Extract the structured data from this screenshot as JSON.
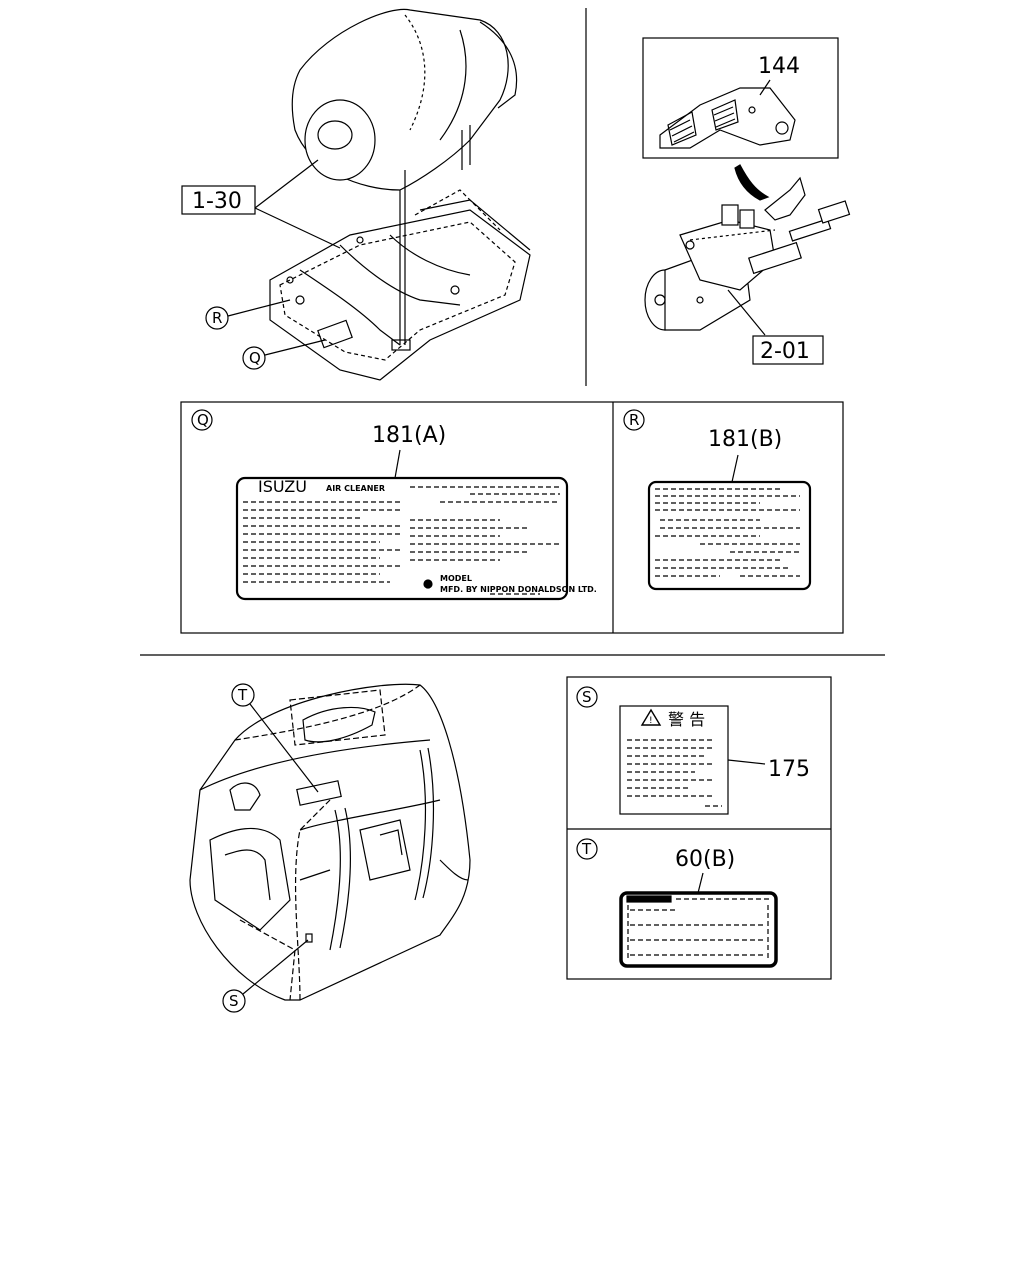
{
  "callouts": {
    "c1_30": "1-30",
    "c2_01": "2-01",
    "c144": "144",
    "c181a": "181(A)",
    "c181b": "181(B)",
    "c175": "175",
    "c60b": "60(B)"
  },
  "markers": {
    "Q": "Q",
    "R": "R",
    "S": "S",
    "T": "T"
  },
  "label_181a": {
    "brand": "ISUZU",
    "product": "AIR CLEANER",
    "model": "MODEL",
    "maker": "MFD. BY NIPPON DONALDSON LTD."
  },
  "label_175": {
    "warning": "警 告"
  }
}
